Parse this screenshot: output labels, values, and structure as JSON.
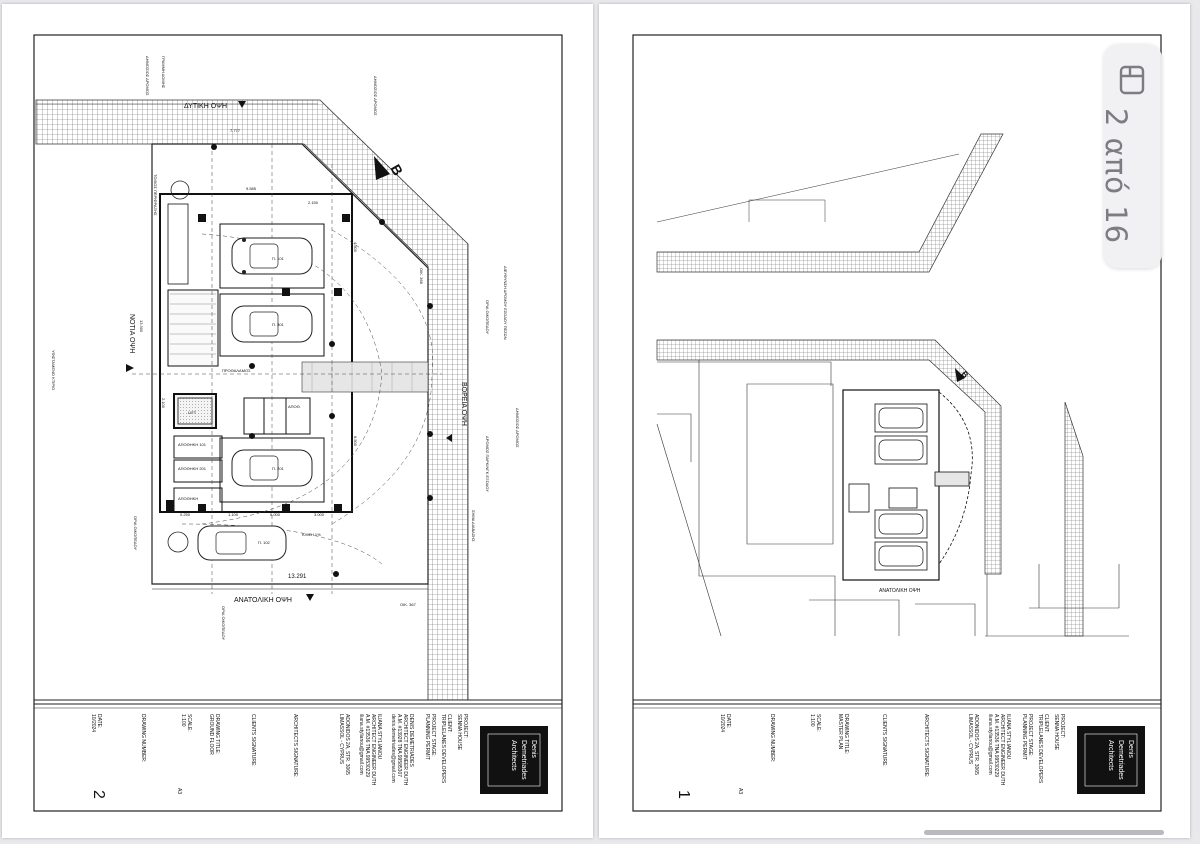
{
  "viewer": {
    "page_indicator": "2 από 16",
    "page_icon": "page-view-icon"
  },
  "title_block": {
    "logo_line1": "Denis",
    "logo_line2": "Demetriades",
    "logo_line3": "Architects",
    "project_label": "PROJECT:",
    "project_value": "SENNA HOUSE",
    "client_label": "CLIENT:",
    "client_value": "TRIPLELANES DEVELOPERS",
    "stage_label": "PROJECT STAGE:",
    "stage_value": "PLANNING PERMIT",
    "office_1": "DENIS DEMETRIADES",
    "office_2": "ARCHITECT ENGINEER DUTH",
    "office_3": "A.M. #13928 TNA 99585307",
    "office_4": "denis.demetriades@gmail.com",
    "office_5": "ILIANA STYLIANOU",
    "office_6": "ARCHITECT ENGINEER DUTH",
    "office_7": "A.M. #13536 TNA 99530229",
    "office_8": "iliana.stylianou@gmail.com",
    "address_1": "ADONIDOS 2A, STR. 3065",
    "address_2": "LIMASSOL - CYPRUS",
    "architects_sig": "ARCHITECTS SIGNATURE:",
    "clients_sig": "CLIENTS SIGNATURE:",
    "drawing_title_label": "DRAWING TITLE:",
    "scale_label": "SCALE:",
    "scale_value": "1:100",
    "drawing_number_label": "DRAWING NUMBER:",
    "date_label": "DATE:",
    "date_value": "10/2024",
    "paper": "A3"
  },
  "pages": [
    {
      "drawing_title": "GROUND FLOOR",
      "drawing_number": "2",
      "labels": {
        "west": "ΔΥΤΙΚΗ ΟΨΗ",
        "south": "ΝΟΤΙΑ ΟΨΗ",
        "north": "ΒΟΡΕΙΑ ΟΨΗ",
        "east": "ΑΝΑΤΟΛΙΚΗ ΟΨΗ",
        "section": "B",
        "road_1": "ΔΗΜΟΣΙΟΣ ΔΡΟΜΟΣ",
        "road_2": "ΔΗΜΟΣΙΟΣ ΔΡΟΜΟΣ",
        "road_3": "ΔΗΜΟΣΙΟΣ ΔΡΟΜΟΣ",
        "building_line": "ΓΡΑΜΜΗ ΔΟΜΗΣ",
        "boundary": "ΟΡΙΑ ΟΙΚΟΠΕΔΟΥ",
        "boundary_2": "ΟΡΙΑ ΟΙΚΟΠΕΔΟΥ",
        "boundary_3": "ΟΡΙΑ ΟΙΚΟΠΕΔΟΥ",
        "garden_wall": "ΤΟΙΧΟΣ ΠΕΡΙΦΡΑΞΗΣ",
        "widening": "ΔΙΕΥΘΥΝΣΗ ΔΡΟΜΟΥ ΕΣΟΔΟΥ ΠΕΖΩΝ",
        "widening_2": "ΔΡΟΜΟΣ ΠΑΡΚΙΝΓΚ ΕΞΟΔΟΥ",
        "street_line": "ΣΗΜΑ ΔΙΑΒΑΣΗΣ",
        "existing": "ΥΦΙΣΤΑΜΕΝΟ ΚΤΙΡΙΟ",
        "plot_a": "ΟΙΚ. 368",
        "plot_b": "ΟΙΚ. 367",
        "lift": "LIFT",
        "stair": "ΠΡΟΘΑΛΑΜΟΣ",
        "entrance": "ΑΠΟΘ.",
        "store_101": "ΑΠΟΘΗΚΗ 101",
        "store_201": "ΑΠΟΘΗΚΗ 201",
        "store_102": "ΑΠΟΘΗΚΗ",
        "ramp": "ΚΛΙΣΗ 1%",
        "p101": "Π. 101",
        "p301": "Π. 301",
        "p201": "Π. 201",
        "p102": "Π. 102",
        "dim_total": "13.291",
        "dim_top": "7.777",
        "dim_a": "9.585",
        "dim_b": "2.150",
        "dim_c": "4.500",
        "dim_d": "6.500",
        "dim_e": "5.000",
        "dim_f": "3.000",
        "dim_g": "0.250",
        "dim_h": "1.100",
        "dim_i": "13.300",
        "dim_j": "2.100"
      }
    },
    {
      "drawing_title": "MASTER PLAN",
      "drawing_number": "1",
      "labels": {
        "east": "ΑΝΑΤΟΛΙΚΗ ΟΨΗ",
        "section": "B"
      }
    }
  ]
}
